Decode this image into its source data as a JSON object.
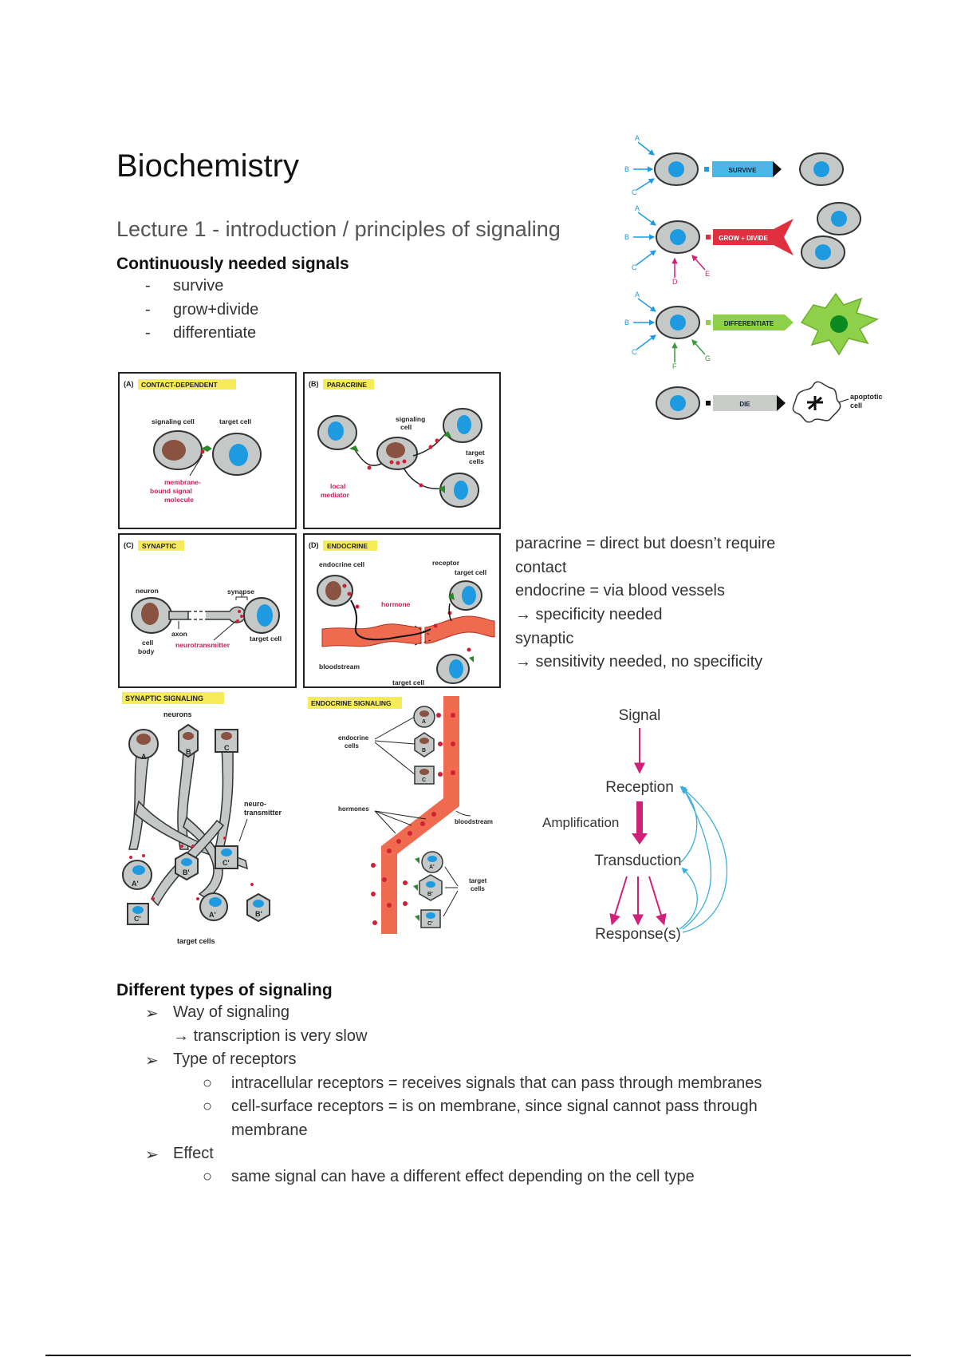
{
  "doc": {
    "title": "Biochemistry",
    "subtitle": "Lecture 1 - introduction / principles of signaling",
    "section1": {
      "heading": "Continuously needed signals",
      "bullet": "-",
      "items": [
        "survive",
        "grow+divide",
        "differentiate"
      ]
    },
    "notes": [
      "paracrine = direct but doesn’t require",
      "contact",
      "endocrine = via blood vessels",
      "→ specificity needed",
      "synaptic",
      "→ sensitivity needed, no specificity"
    ],
    "section2": {
      "heading": "Different types of signaling",
      "arrow_bullet": "➢",
      "circle_bullet": "○",
      "way": "Way of signaling",
      "way_sub": "→ transcription is very slow",
      "receptors": "Type of receptors",
      "receptor_items": [
        "intracellular receptors = receives signals that can pass through membranes",
        "cell-surface receptors = is on membrane, since signal cannot pass through",
        "membrane"
      ],
      "effect": "Effect",
      "effect_item": "same signal can have a different effect depending on the cell type"
    }
  },
  "fate_figure": {
    "inputs": [
      "A",
      "B",
      "C",
      "D",
      "E",
      "F",
      "G"
    ],
    "labels": [
      "SURVIVE",
      "GROW + DIVIDE",
      "DIFFERENTIATE",
      "DIE"
    ],
    "apoptotic": "apoptotic",
    "apoptotic2": "cell"
  },
  "modes_figure": {
    "a_tag": "(A)",
    "a_title": "CONTACT-DEPENDENT",
    "a_signaling": "signaling cell",
    "a_target": "target cell",
    "a_mol1": "membrane-",
    "a_mol2": "bound signal",
    "a_mol3": "molecule",
    "b_tag": "(B)",
    "b_title": "PARACRINE",
    "b_signaling1": "signaling",
    "b_signaling2": "cell",
    "b_target1": "target",
    "b_target2": "cells",
    "b_local1": "local",
    "b_local2": "mediator",
    "c_tag": "(C)",
    "c_title": "SYNAPTIC",
    "c_neuron": "neuron",
    "c_synapse": "synapse",
    "c_axon": "axon",
    "c_cell1": "cell",
    "c_cell2": "body",
    "c_nt": "neurotransmitter",
    "c_target": "target cell",
    "d_tag": "(D)",
    "d_title": "ENDOCRINE",
    "d_endocrine": "endocrine cell",
    "d_receptor": "receptor",
    "d_target": "target cell",
    "d_hormone": "hormone",
    "d_blood": "bloodstream",
    "d_target2": "target cell"
  },
  "synaptic_figure": {
    "title": "SYNAPTIC SIGNALING",
    "neurons": "neurons",
    "letters": [
      "A",
      "B",
      "C"
    ],
    "nt1": "neuro-",
    "nt2": "transmitter",
    "targets": [
      "A'",
      "B'",
      "C'",
      "C'",
      "A'",
      "B'"
    ],
    "target_cells": "target cells"
  },
  "endocrine_figure": {
    "title": "ENDOCRINE SIGNALING",
    "endocrine1": "endocrine",
    "endocrine2": "cells",
    "letters": [
      "A",
      "B",
      "C"
    ],
    "hormones": "hormones",
    "bloodstream": "bloodstream",
    "targets": [
      "A'",
      "B'",
      "C'"
    ],
    "target1": "target",
    "target2": "cells"
  },
  "cascade_figure": {
    "signal": "Signal",
    "reception": "Reception",
    "amplification": "Amplification",
    "transduction": "Transduction",
    "response": "Response(s)"
  },
  "colors": {
    "cell_fill": "#c4c9c8",
    "nucleus_blue": "#1e9be0",
    "nucleus_brown": "#8a5240",
    "tag_yellow": "#f6ec5a",
    "signal_red": "#d02035",
    "survive_blue": "#4db6e8",
    "grow_red": "#e03040",
    "diff_green": "#8fd04a",
    "die_grey": "#c9ccc9",
    "blood_red": "#f06a50",
    "magenta": "#d0207a",
    "cyan_arrow": "#3ab0d8",
    "label_red": "#cc1d5e"
  }
}
